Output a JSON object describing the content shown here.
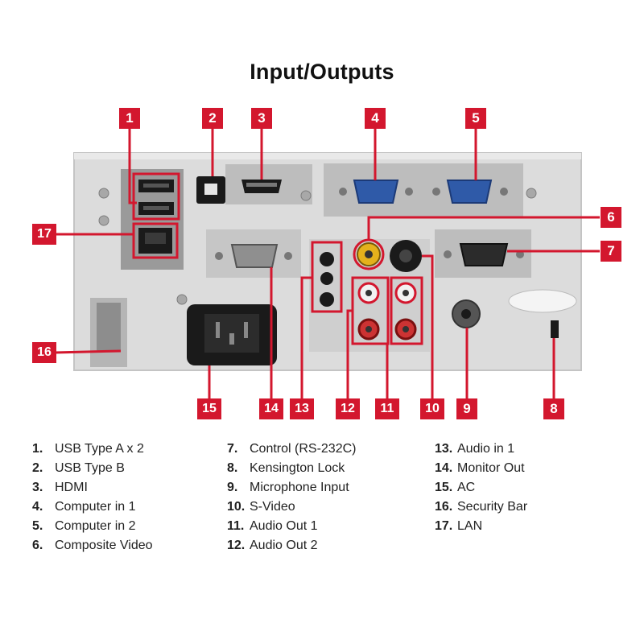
{
  "title": "Input/Outputs",
  "colors": {
    "accent": "#d3172e",
    "panel": "#dcdcdc",
    "port_dark": "#1a1a1a",
    "vga_blue": "#2f5aa8"
  },
  "callouts": [
    "1",
    "2",
    "3",
    "4",
    "5",
    "6",
    "7",
    "8",
    "9",
    "10",
    "11",
    "12",
    "13",
    "14",
    "15",
    "16",
    "17"
  ],
  "legend": {
    "col1": [
      {
        "num": "1.",
        "label": "USB Type A x 2"
      },
      {
        "num": "2.",
        "label": "USB Type B"
      },
      {
        "num": "3.",
        "label": "HDMI"
      },
      {
        "num": "4.",
        "label": "Computer in 1"
      },
      {
        "num": "5.",
        "label": "Computer in 2"
      },
      {
        "num": "6.",
        "label": "Composite Video"
      }
    ],
    "col2": [
      {
        "num": "7.",
        "label": "Control (RS-232C)"
      },
      {
        "num": "8.",
        "label": "Kensington Lock"
      },
      {
        "num": "9.",
        "label": "Microphone Input"
      },
      {
        "num": "10.",
        "label": "S-Video"
      },
      {
        "num": "11.",
        "label": "Audio Out 1"
      },
      {
        "num": "12.",
        "label": "Audio Out 2"
      }
    ],
    "col3": [
      {
        "num": "13.",
        "label": "Audio in 1"
      },
      {
        "num": "14.",
        "label": "Monitor Out"
      },
      {
        "num": "15.",
        "label": "AC"
      },
      {
        "num": "16.",
        "label": "Security Bar"
      },
      {
        "num": "17.",
        "label": "LAN"
      }
    ]
  }
}
